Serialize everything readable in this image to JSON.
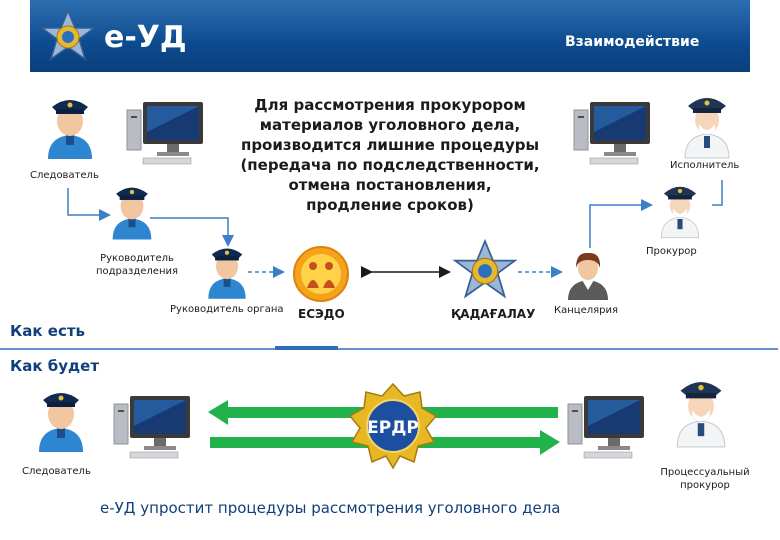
{
  "header": {
    "title": "е-УД",
    "subtitle": "Взаимодействие"
  },
  "as_is": {
    "description": "Для рассмотрения прокурором материалов уголовного дела, производится лишние процедуры (передача по подследственности, отмена постановления, продление сроков)",
    "description_lines": [
      "Для рассмотрения прокурором",
      "материалов уголовного дела,",
      "производится лишние процедуры",
      "(передача по подследственности,",
      "отмена постановления,",
      "продление сроков)"
    ],
    "roles": {
      "investigator": "Следователь",
      "unit_head": "Руководитель подразделения",
      "unit_head_lines": [
        "Руководитель",
        "подразделения"
      ],
      "agency_head": "Руководитель органа",
      "executor": "Исполнитель",
      "prosecutor": "Прокурор",
      "chancellery": "Канцелярия"
    },
    "systems": {
      "esedo": "ЕСЭДО",
      "kadagalau": "ҚАДАҒАЛАУ"
    },
    "section_label": "Как есть"
  },
  "to_be": {
    "section_label": "Как будет",
    "roles": {
      "investigator": "Следователь",
      "procedural_prosecutor": "Процессуальный прокурор",
      "procedural_prosecutor_lines": [
        "Процессуальный",
        "прокурор"
      ]
    },
    "system_badge": "ЕРДР",
    "conclusion": "е-УД упростит процедуры рассмотрения уголовного дела"
  },
  "colors": {
    "banner": "#0d4b8f",
    "accent_text": "#103f7c",
    "arrow_green": "#22b24c",
    "connector": "#3b7fc4"
  }
}
